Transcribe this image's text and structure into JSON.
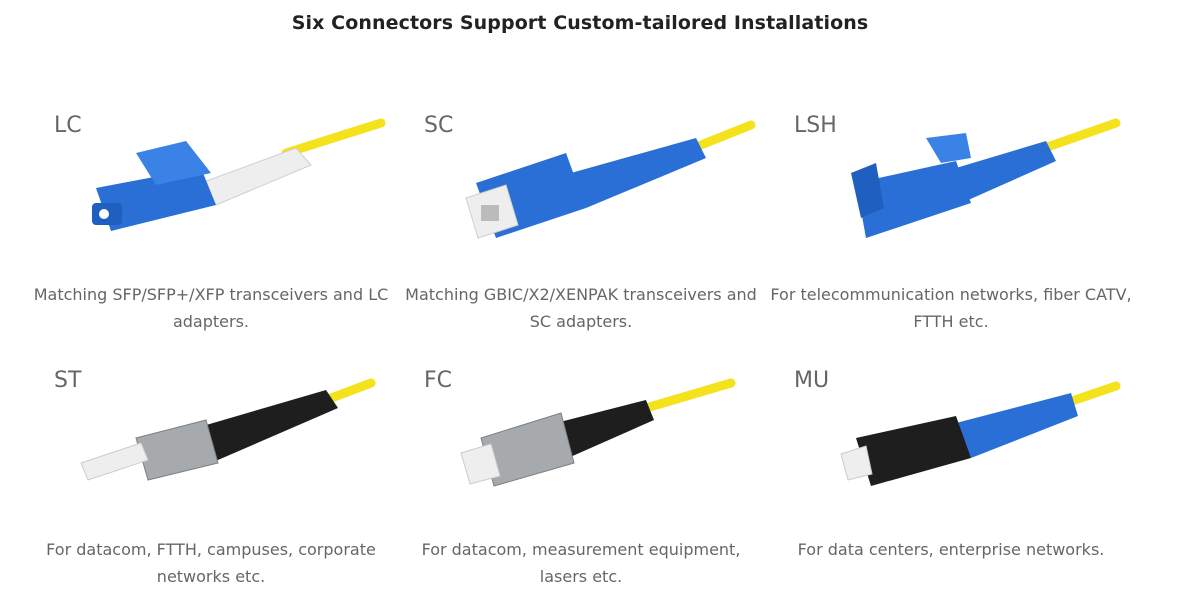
{
  "page_title": "Six Connectors Support Custom-tailored Installations",
  "colors": {
    "fiber_yellow": "#f4e21c",
    "connector_blue": "#2a6fd6",
    "boot_white": "#eeeeee",
    "black": "#1e1e1e",
    "metal": "#a7aaad",
    "text": "#666666",
    "title": "#222222"
  },
  "connectors": [
    {
      "name": "LC",
      "icon": "lc-connector-image",
      "description": "Matching SFP/SFP+/XFP transceivers and LC adapters."
    },
    {
      "name": "SC",
      "icon": "sc-connector-image",
      "description": "Matching GBIC/X2/XENPAK transceivers and SC adapters."
    },
    {
      "name": "LSH",
      "icon": "lsh-connector-image",
      "description": "For telecommunication networks, fiber CATV, FTTH etc."
    },
    {
      "name": "ST",
      "icon": "st-connector-image",
      "description": "For datacom, FTTH, campuses, corporate networks etc."
    },
    {
      "name": "FC",
      "icon": "fc-connector-image",
      "description": "For datacom, measurement equipment, lasers etc."
    },
    {
      "name": "MU",
      "icon": "mu-connector-image",
      "description": "For data centers, enterprise networks."
    }
  ]
}
